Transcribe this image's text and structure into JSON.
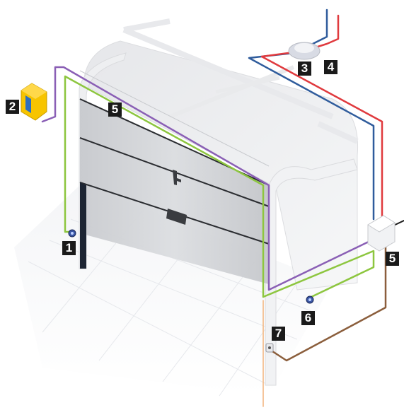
{
  "colors": {
    "wire_purple": "#8a5fb5",
    "wire_green": "#8dc63f",
    "wire_red": "#e03a3e",
    "wire_blue": "#2f5c9c",
    "wire_brown": "#8b5e3c",
    "wire_orange": "#f2b27a",
    "label_bg": "#1a1a1a",
    "label_text": "#ffffff",
    "door_panel": "#d2d4d7",
    "frame": "#eeeff1"
  },
  "labels": {
    "photocell_inner": "1",
    "flashing_light": "2",
    "opener": "3",
    "radio_receiver": "4",
    "wall_switch": "5",
    "control_box": "5",
    "photocell_outer": "6",
    "key_switch": "7"
  },
  "icons": {
    "flashing_light": "flashing-light-icon",
    "photocell": "photocell-icon",
    "control_box": "control-box-icon",
    "motor": "motor-icon"
  }
}
